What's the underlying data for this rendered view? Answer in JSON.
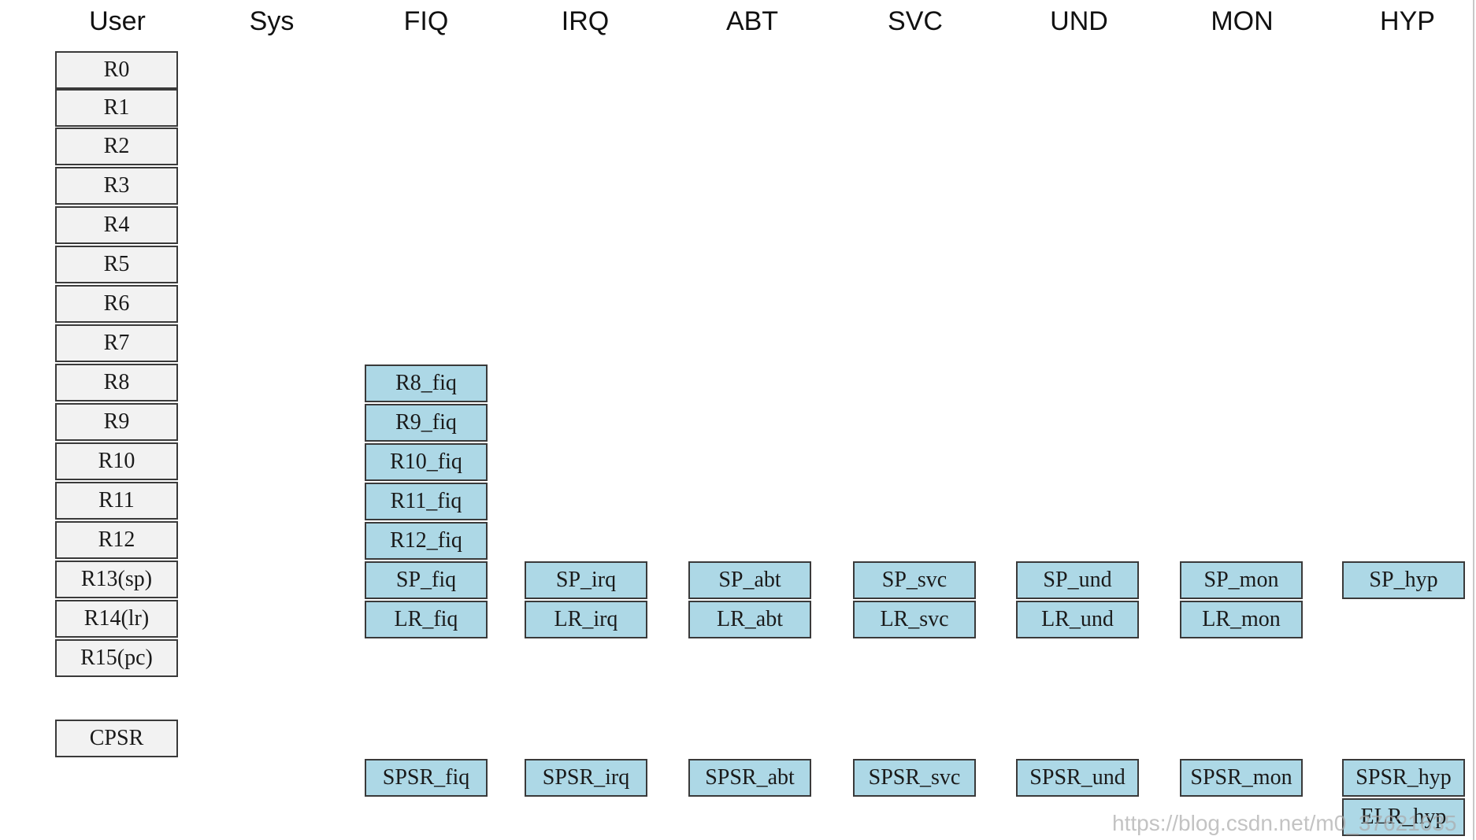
{
  "modes": [
    "User",
    "Sys",
    "FIQ",
    "IRQ",
    "ABT",
    "SVC",
    "UND",
    "MON",
    "HYP"
  ],
  "user_registers": [
    "R0",
    "R1",
    "R2",
    "R3",
    "R4",
    "R5",
    "R6",
    "R7",
    "R8",
    "R9",
    "R10",
    "R11",
    "R12",
    "R13(sp)",
    "R14(lr)",
    "R15(pc)"
  ],
  "cpsr": "CPSR",
  "fiq_registers": [
    "R8_fiq",
    "R9_fiq",
    "R10_fiq",
    "R11_fiq",
    "R12_fiq"
  ],
  "sp": {
    "FIQ": "SP_fiq",
    "IRQ": "SP_irq",
    "ABT": "SP_abt",
    "SVC": "SP_svc",
    "UND": "SP_und",
    "MON": "SP_mon",
    "HYP": "SP_hyp"
  },
  "lr": {
    "FIQ": "LR_fiq",
    "IRQ": "LR_irq",
    "ABT": "LR_abt",
    "SVC": "LR_svc",
    "UND": "LR_und",
    "MON": "LR_mon"
  },
  "spsr": {
    "FIQ": "SPSR_fiq",
    "IRQ": "SPSR_irq",
    "ABT": "SPSR_abt",
    "SVC": "SPSR_svc",
    "UND": "SPSR_und",
    "MON": "SPSR_mon",
    "HYP": "SPSR_hyp"
  },
  "elr_hyp": "ELR_hyp",
  "watermark": "https://blog.csdn.net/m0_37621635",
  "colors": {
    "user_box": "#f2f2f2",
    "banked_box": "#add8e6",
    "border": "#3a3a3a"
  }
}
